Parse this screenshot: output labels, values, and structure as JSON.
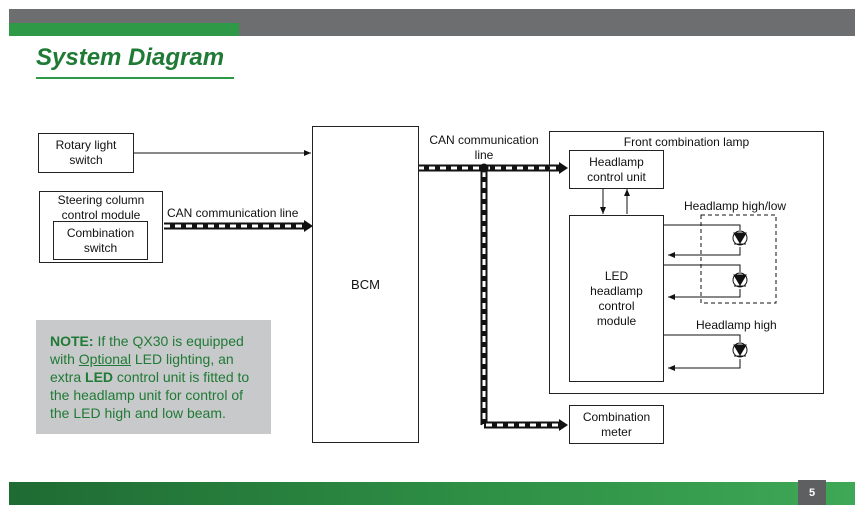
{
  "title": "System Diagram",
  "page_number": "5",
  "nodes": {
    "rotary_light_switch": "Rotary light\nswitch",
    "steering_column_module": "Steering column\ncontrol module",
    "combination_switch": "Combination\nswitch",
    "bcm": "BCM",
    "front_combination_lamp": "Front combination lamp",
    "headlamp_control_unit": "Headlamp\ncontrol unit",
    "led_headlamp_control_module": "LED\nheadlamp\ncontrol\nmodule",
    "combination_meter": "Combination\nmeter"
  },
  "labels": {
    "can_line_left": "CAN communication line",
    "can_line_top": "CAN communication\nline",
    "headlamp_high_low": "Headlamp high/low",
    "headlamp_high": "Headlamp high"
  },
  "note": {
    "bold": "NOTE:",
    "t1": " If the QX30 is equipped with ",
    "optional": "Optional",
    "t2": " LED lighting, an extra ",
    "led": "LED",
    "t3": " control unit is fitted to the headlamp unit for control of the LED high and low beam."
  },
  "colors": {
    "brand_green": "#1f7a35",
    "bar_grey": "#6d6e70",
    "note_bg": "#c8c9cb"
  }
}
